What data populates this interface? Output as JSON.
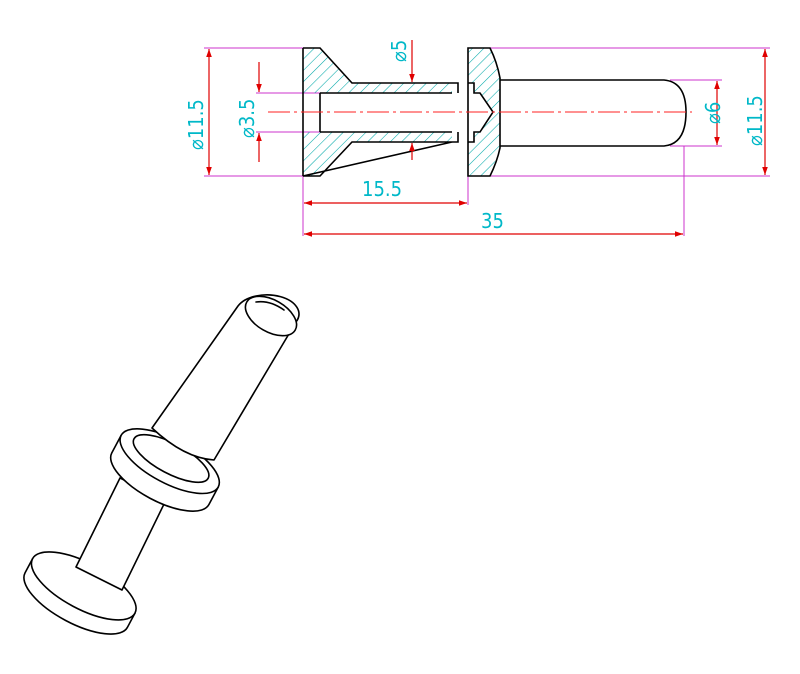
{
  "colors": {
    "background": "#ffffff",
    "outline": "#000000",
    "hatch": "#00a8a8",
    "dimension_line": "#e00000",
    "extension_line": "#cc33cc",
    "dimension_text": "#00b8c8",
    "center_line": "#ff2020"
  },
  "dimensions": {
    "d_outer_left": "⌀11.5",
    "d_bore": "⌀3.5",
    "d_top_bore": "⌀5",
    "d_shank": "⌀6",
    "d_outer_right": "⌀11.5",
    "len_left_part": "15.5",
    "len_total": "35"
  }
}
